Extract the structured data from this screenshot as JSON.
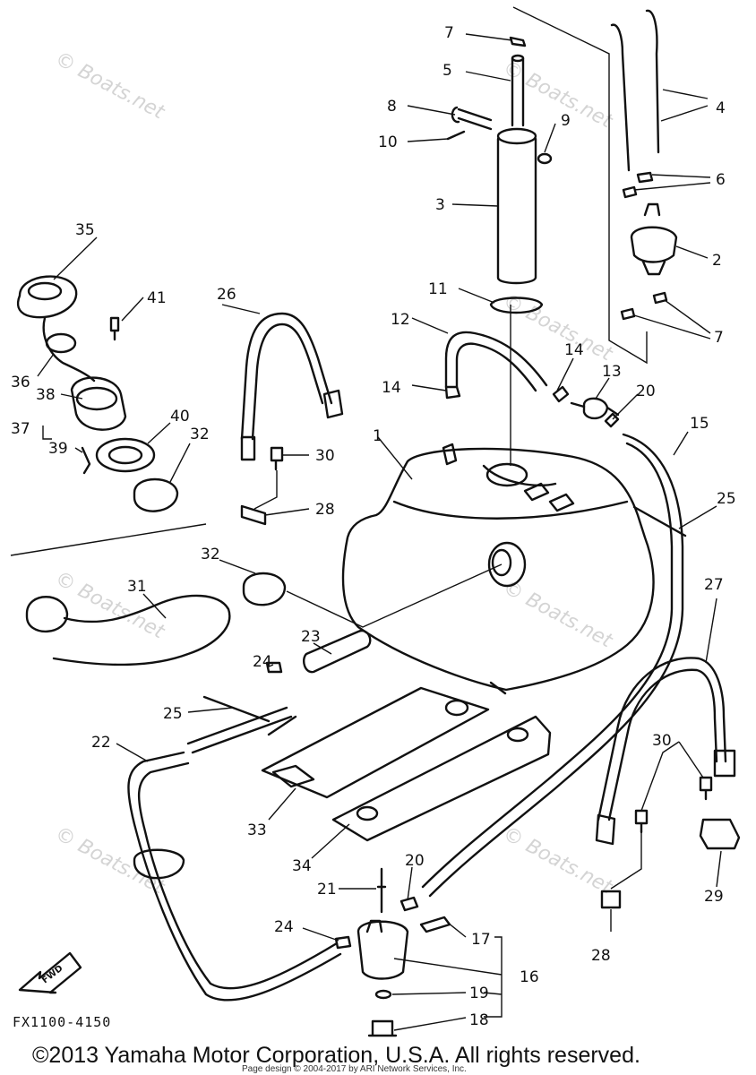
{
  "diagram": {
    "watermark": "© Boats.net",
    "reference_code": "FX1100-4150",
    "fwd_label": "FWD",
    "copyright": "©2013 Yamaha Motor Corporation, U.S.A. All rights reserved.",
    "credit": "Page design © 2004-2017 by ARI Network Services, Inc.",
    "callouts": [
      {
        "id": "c1",
        "label": "1"
      },
      {
        "id": "c2",
        "label": "2"
      },
      {
        "id": "c3",
        "label": "3"
      },
      {
        "id": "c4",
        "label": "4"
      },
      {
        "id": "c5",
        "label": "5"
      },
      {
        "id": "c6",
        "label": "6"
      },
      {
        "id": "c7a",
        "label": "7"
      },
      {
        "id": "c7b",
        "label": "7"
      },
      {
        "id": "c8",
        "label": "8"
      },
      {
        "id": "c9",
        "label": "9"
      },
      {
        "id": "c10",
        "label": "10"
      },
      {
        "id": "c11",
        "label": "11"
      },
      {
        "id": "c12",
        "label": "12"
      },
      {
        "id": "c13",
        "label": "13"
      },
      {
        "id": "c14a",
        "label": "14"
      },
      {
        "id": "c14b",
        "label": "14"
      },
      {
        "id": "c15",
        "label": "15"
      },
      {
        "id": "c16",
        "label": "16"
      },
      {
        "id": "c17",
        "label": "17"
      },
      {
        "id": "c18",
        "label": "18"
      },
      {
        "id": "c19",
        "label": "19"
      },
      {
        "id": "c20a",
        "label": "20"
      },
      {
        "id": "c20b",
        "label": "20"
      },
      {
        "id": "c21",
        "label": "21"
      },
      {
        "id": "c22",
        "label": "22"
      },
      {
        "id": "c23",
        "label": "23"
      },
      {
        "id": "c24a",
        "label": "24"
      },
      {
        "id": "c24b",
        "label": "24"
      },
      {
        "id": "c25a",
        "label": "25"
      },
      {
        "id": "c25b",
        "label": "25"
      },
      {
        "id": "c26",
        "label": "26"
      },
      {
        "id": "c27",
        "label": "27"
      },
      {
        "id": "c28a",
        "label": "28"
      },
      {
        "id": "c28b",
        "label": "28"
      },
      {
        "id": "c29",
        "label": "29"
      },
      {
        "id": "c30a",
        "label": "30"
      },
      {
        "id": "c30b",
        "label": "30"
      },
      {
        "id": "c31",
        "label": "31"
      },
      {
        "id": "c32a",
        "label": "32"
      },
      {
        "id": "c32b",
        "label": "32"
      },
      {
        "id": "c33",
        "label": "33"
      },
      {
        "id": "c34",
        "label": "34"
      },
      {
        "id": "c35",
        "label": "35"
      },
      {
        "id": "c36",
        "label": "36"
      },
      {
        "id": "c37",
        "label": "37"
      },
      {
        "id": "c38",
        "label": "38"
      },
      {
        "id": "c39",
        "label": "39"
      },
      {
        "id": "c40",
        "label": "40"
      },
      {
        "id": "c41",
        "label": "41"
      }
    ]
  }
}
